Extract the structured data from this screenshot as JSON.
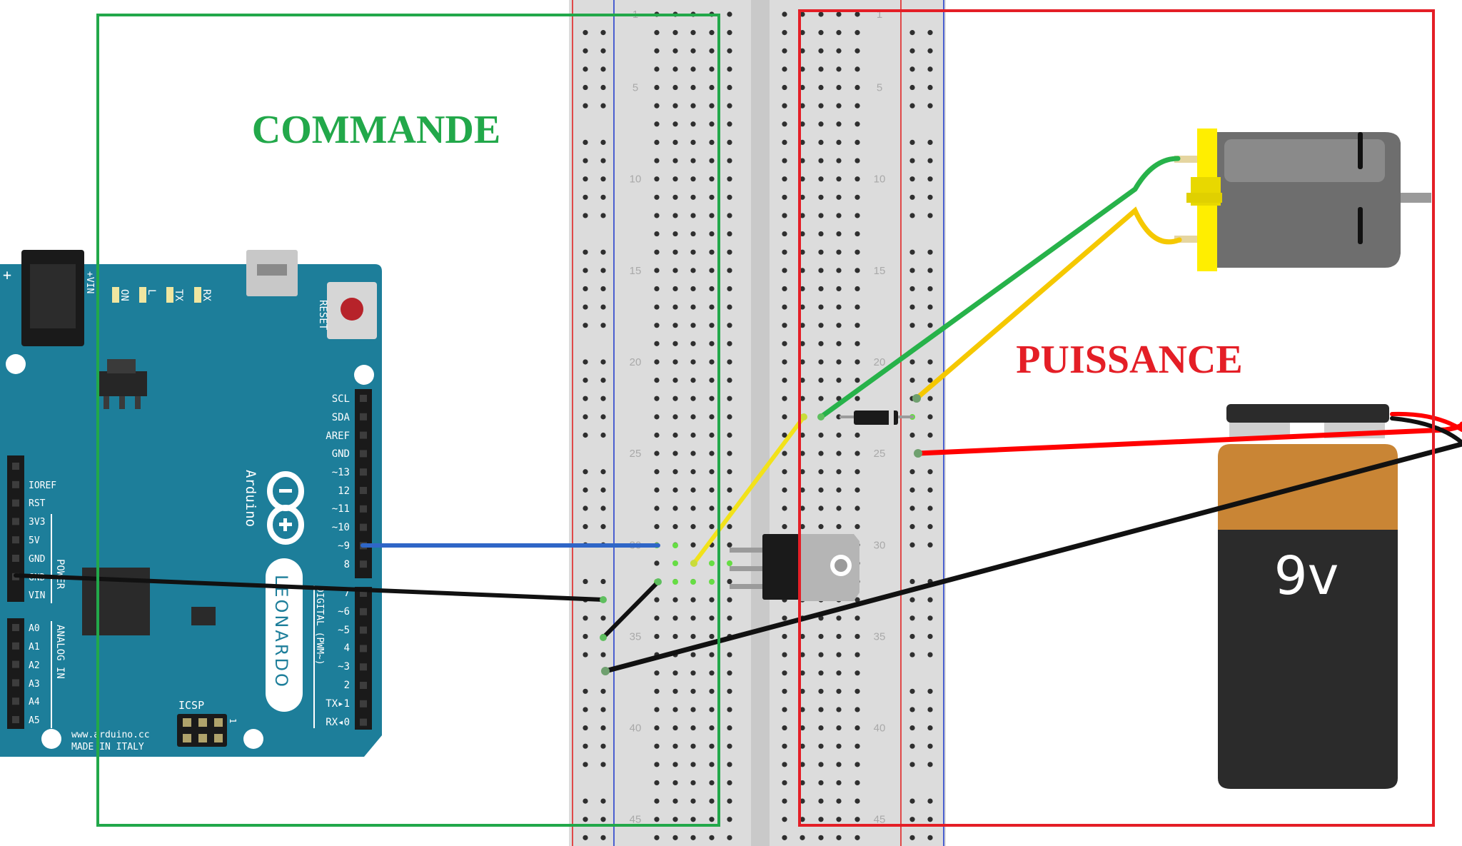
{
  "labels": {
    "command": "COMMANDE",
    "power": "PUISSANCE",
    "battery_voltage": "9v"
  },
  "colors": {
    "command_zone": "#22a84a",
    "power_zone": "#e41e26",
    "arduino_board": "#1d7e9a",
    "wire_blue": "#2f66c7",
    "wire_black": "#111111",
    "wire_yellow": "#f2e21a",
    "wire_green": "#27b24a",
    "wire_motor_yellow": "#f5c800",
    "wire_red": "#ff0000",
    "motor_body": "#6e6e6e",
    "motor_cap": "#ffee00",
    "battery_top": "#c98535",
    "battery_bottom": "#2b2b2b"
  },
  "arduino": {
    "brand": "Arduino",
    "model": "LEONARDO",
    "site": "www.arduino.cc",
    "origin": "MADE IN ITALY",
    "reset": "RESET",
    "icsp": "ICSP",
    "icsp_pin1": "1",
    "vin_mark": "+VIN",
    "polarity": "+",
    "leds": [
      "ON",
      "L",
      "TX",
      "RX"
    ],
    "power_header": [
      "IOREF",
      "RST",
      "3V3",
      "5V",
      "GND",
      "GND",
      "VIN"
    ],
    "power_title": "POWER",
    "analog_header": [
      "A0",
      "A1",
      "A2",
      "A3",
      "A4",
      "A5"
    ],
    "analog_title": "ANALOG IN",
    "digital_top": [
      "SCL",
      "SDA",
      "AREF",
      "GND",
      "~13",
      "12",
      "~11",
      "~10",
      "~9",
      "8"
    ],
    "digital_bottom": [
      "7",
      "~6",
      "~5",
      "4",
      "~3",
      "2",
      "TX▸1",
      "RX◂0"
    ],
    "digital_title": "DIGITAL (PWM~)"
  },
  "breadboard": {
    "row_numbers": [
      "1",
      "5",
      "10",
      "15",
      "20",
      "25",
      "30",
      "35",
      "40",
      "45"
    ]
  },
  "components": {
    "motor": "dc-motor",
    "diode": "diode",
    "transistor": "power-transistor-to220",
    "battery": "9v-battery"
  }
}
